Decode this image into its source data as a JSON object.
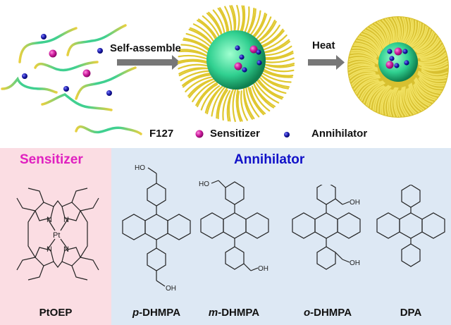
{
  "top": {
    "arrow1_label": "Self-assemble",
    "arrow2_label": "Heat",
    "legend": [
      {
        "icon": "polymer-chain-icon",
        "label": "F127"
      },
      {
        "icon": "magenta-sphere-icon",
        "label": "Sensitizer",
        "color": "#d020a0"
      },
      {
        "icon": "blue-sphere-icon",
        "label": "Annihilator",
        "color": "#2020b0"
      }
    ]
  },
  "colors": {
    "sensitizer_title": "#e020c0",
    "annihilator_title": "#1010c8",
    "sensitizer_bg": "#fbdde3",
    "annihilator_bg": "#dde8f4",
    "chain_yellow": "#e8d040",
    "chain_green": "#30d090"
  },
  "sensitizer_panel": {
    "title": "Sensitizer",
    "molecule": {
      "name": "PtOEP",
      "atoms": {
        "N": "N",
        "Pt": "Pt"
      }
    }
  },
  "annihilator_panel": {
    "title": "Annihilator",
    "molecules": [
      {
        "prefix": "p",
        "suffix": "-DHMPA",
        "groups": {
          "top": "HO",
          "bottom": "OH"
        }
      },
      {
        "prefix": "m",
        "suffix": "-DHMPA",
        "groups": {
          "top": "HO",
          "bottom": "OH"
        }
      },
      {
        "prefix": "o",
        "suffix": "-DHMPA",
        "groups": {
          "top": "OH",
          "bottom": "OH"
        }
      },
      {
        "prefix": "",
        "suffix": "DPA"
      }
    ]
  }
}
